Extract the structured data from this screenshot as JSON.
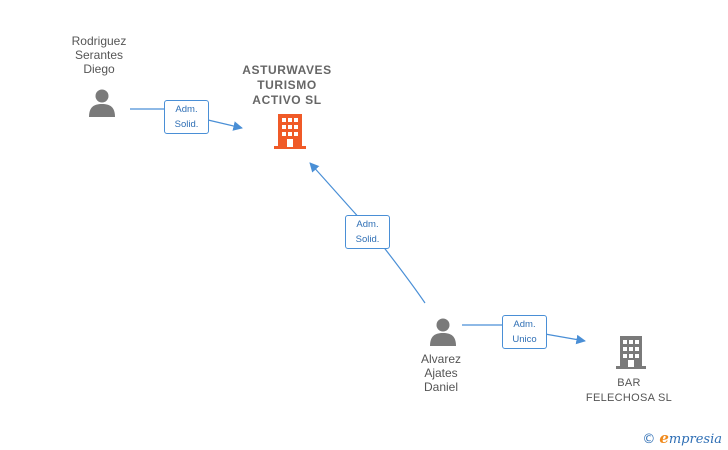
{
  "nodes": {
    "person_rodriguez": {
      "label": "Rodriguez\nSerantes\nDiego",
      "icon": "person-icon"
    },
    "company_asturwaves": {
      "label": "ASTURWAVES\nTURISMO\nACTIVO  SL",
      "icon": "building-icon",
      "color": "#f05a28"
    },
    "person_alvarez": {
      "label": "Alvarez\nAjates\nDaniel",
      "icon": "person-icon"
    },
    "company_bar": {
      "label": "BAR\nFELECHOSA SL",
      "icon": "building-icon",
      "color": "#7a7a7a"
    }
  },
  "relations": [
    {
      "from": "person_rodriguez",
      "to": "company_asturwaves",
      "role": "Adm.\nSolid."
    },
    {
      "from": "person_alvarez",
      "to": "company_asturwaves",
      "role": "Adm.\nSolid."
    },
    {
      "from": "person_alvarez",
      "to": "company_bar",
      "role": "Adm.\nUnico"
    }
  ],
  "colors": {
    "link": "#4a8fd6",
    "person": "#7a7a7a"
  },
  "footer": {
    "copyright": "©",
    "brand_initial": "e",
    "brand_rest": "mpresia"
  }
}
